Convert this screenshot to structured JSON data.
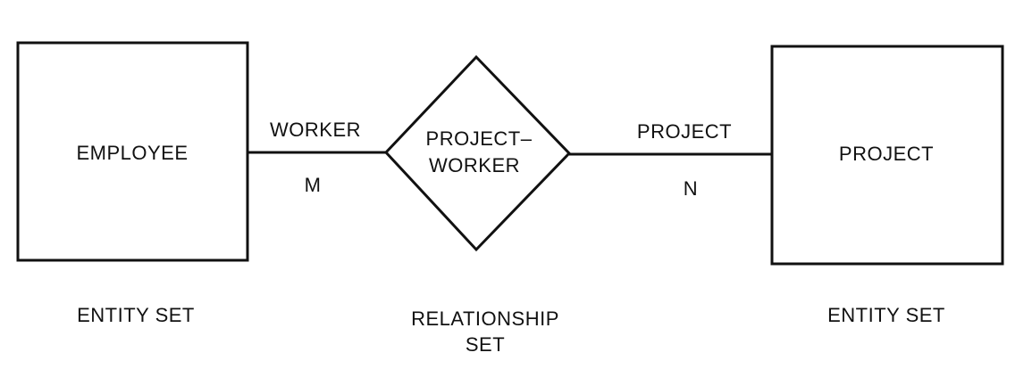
{
  "diagram": {
    "entities": [
      {
        "name": "EMPLOYEE",
        "caption": "ENTITY SET"
      },
      {
        "name": "PROJECT",
        "caption": "ENTITY SET"
      }
    ],
    "relationship": {
      "name_line1": "PROJECT–",
      "name_line2": "WORKER",
      "caption_line1": "RELATIONSHIP",
      "caption_line2": "SET"
    },
    "connections": [
      {
        "role": "WORKER",
        "cardinality": "M"
      },
      {
        "role": "PROJECT",
        "cardinality": "N"
      }
    ]
  }
}
